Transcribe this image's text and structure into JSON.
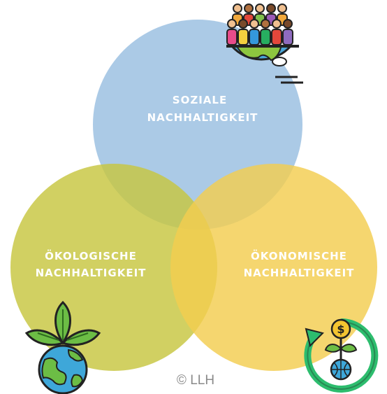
{
  "diagram": {
    "type": "venn",
    "circles": [
      {
        "id": "social",
        "line1": "SOZIALE",
        "line2": "NACHHALTIGKEIT",
        "color": "#a7c7e5",
        "icon": "people-on-globe-icon"
      },
      {
        "id": "ecological",
        "line1": "ÖKOLOGISCHE",
        "line2": "NACHHALTIGKEIT",
        "color": "#c7c63f",
        "icon": "plant-on-globe-icon"
      },
      {
        "id": "economic",
        "line1": "ÖKONOMISCHE",
        "line2": "NACHHALTIGKEIT",
        "color": "#f3cd4f",
        "icon": "money-plant-cycle-icon"
      }
    ],
    "copyright": "© LLH"
  }
}
